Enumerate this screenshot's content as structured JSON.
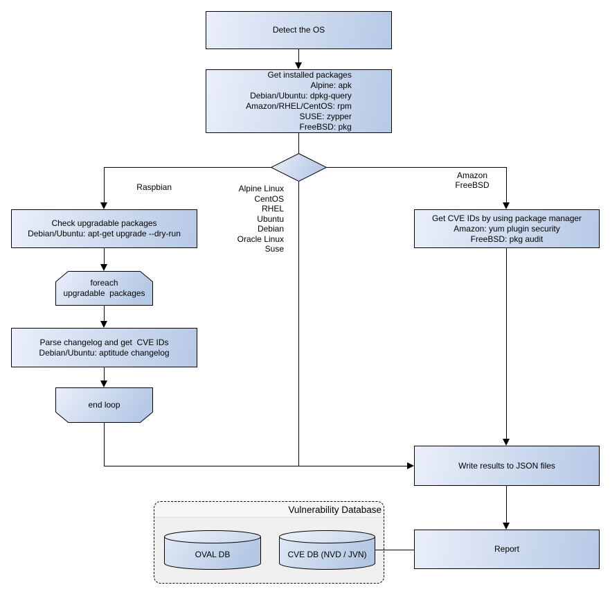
{
  "nodes": {
    "detect_os": {
      "label": "Detect the OS"
    },
    "get_packages": {
      "label": "Get installed packages\nAlpine: apk\nDebian/Ubuntu: dpkg-query\nAmazon/RHEL/CentOS: rpm\nSUSE: zypper\nFreeBSD: pkg"
    },
    "check_upgradable": {
      "label": "Check upgradable packages\nDebian/Ubuntu: apt-get upgrade --dry-run"
    },
    "foreach_loop": {
      "label": "foreach\nupgradable  packages"
    },
    "parse_changelog": {
      "label": "Parse changelog and get  CVE IDs\nDebian/Ubuntu: aptitude changelog"
    },
    "end_loop": {
      "label": "end loop"
    },
    "get_cve_ids": {
      "label": "Get CVE IDs by using package manager\nAmazon: yum plugin security\nFreeBSD: pkg audit"
    },
    "write_results": {
      "label": "Write results to JSON files"
    },
    "report": {
      "label": "Report"
    }
  },
  "edge_labels": {
    "raspbian": "Raspbian",
    "os_list": "Alpine Linux\nCentOS\nRHEL\nUbuntu\nDebian\nOracle Linux\nSuse",
    "amazon_freebsd": "Amazon\nFreeBSD"
  },
  "database": {
    "title": "Vulnerability Database",
    "oval_db": "OVAL DB",
    "cve_db": "CVE DB (NVD / JVN)"
  },
  "colors": {
    "node_fill_light": "#eaeffa",
    "node_fill_dark": "#b6c9e5",
    "cylinder_top_light": "#edf2fa",
    "cylinder_top_dark": "#ccd9ec",
    "node_border": "#000000",
    "connector": "#000000",
    "db_container_fill": "#f0f0f1",
    "db_title_fill": "#f6f6f7"
  }
}
